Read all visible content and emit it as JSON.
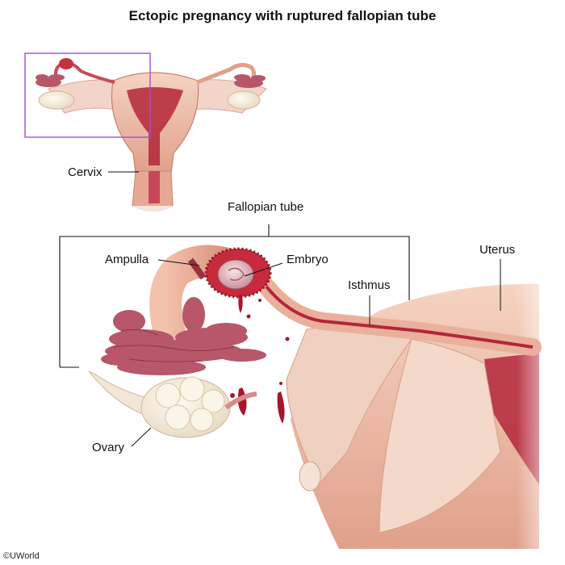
{
  "title": "Ectopic pregnancy with ruptured fallopian tube",
  "labels": {
    "cervix": "Cervix",
    "fallopian_tube": "Fallopian tube",
    "ampulla": "Ampulla",
    "embryo": "Embryo",
    "isthmus": "Isthmus",
    "uterus": "Uterus",
    "ovary": "Ovary"
  },
  "credit": "©UWorld",
  "colors": {
    "highlight_box": "#a24fd0",
    "tissue_light": "#f4cbb8",
    "tissue_mid": "#e4a58d",
    "tissue_dark": "#c9745f",
    "lining": "#b3263a",
    "blood": "#a8152b",
    "fimbriae": "#b8566a",
    "ovary": "#f3ead9"
  }
}
